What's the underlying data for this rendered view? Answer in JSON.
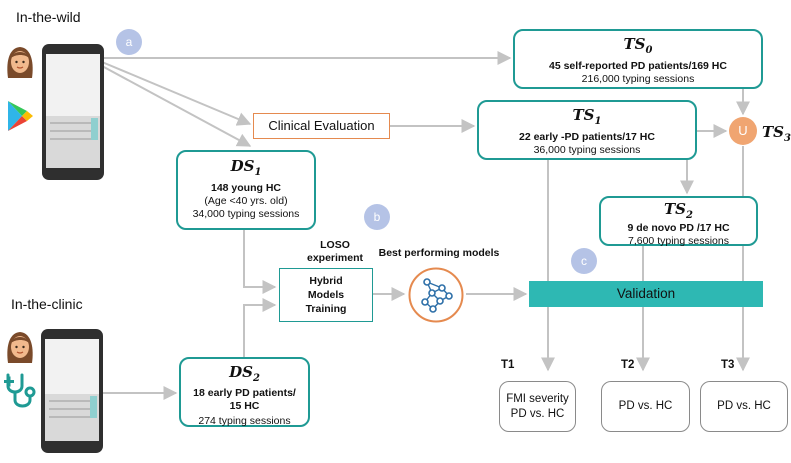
{
  "sources": {
    "wild_label": "In-the-wild",
    "clinic_label": "In-the-clinic"
  },
  "badges": {
    "a": "a",
    "b": "b",
    "c": "c",
    "u": "U"
  },
  "ts0": {
    "name": "TS",
    "sub": "0",
    "line1": "45 self-reported PD patients/169 HC",
    "line2": "216,000 typing sessions"
  },
  "ts1": {
    "name": "TS",
    "sub": "1",
    "line1": "22 early -PD patients/17 HC",
    "line2": "36,000 typing sessions"
  },
  "ts2": {
    "name": "TS",
    "sub": "2",
    "line1": "9 de novo PD /17 HC",
    "line2": "7,600 typing sessions"
  },
  "ts3": {
    "name": "TS",
    "sub": "3"
  },
  "ds1": {
    "name": "DS",
    "sub": "1",
    "line1": "148 young HC",
    "line2": "(Age <40 yrs. old)",
    "line3": "34,000 typing sessions"
  },
  "ds2": {
    "name": "DS",
    "sub": "2",
    "line1": "18 early PD patients/",
    "line2": "15 HC",
    "line3": "274 typing sessions"
  },
  "clinical": "Clinical Evaluation",
  "loso": {
    "line1": "LOSO",
    "line2": "experiment"
  },
  "training": {
    "line1": "Hybrid",
    "line2": "Models",
    "line3": "Training"
  },
  "best_models": "Best performing models",
  "validation": "Validation",
  "tasks": [
    {
      "label": "T1",
      "line1": "FMI severity",
      "line2": "PD vs. HC"
    },
    {
      "label": "T2",
      "line1": "PD vs. HC",
      "line2": ""
    },
    {
      "label": "T3",
      "line1": "PD vs. HC",
      "line2": ""
    }
  ],
  "colors": {
    "teal": "#1f9a94",
    "validation_fill": "#2eb8b3",
    "orange": "#e58a4f",
    "badge_blue": "#b5c3e6",
    "badge_orange": "#f0a571",
    "arrow": "#c3c3c3"
  },
  "icons": [
    "woman-avatar-icon",
    "play-store-icon",
    "smartphone-icon",
    "stethoscope-icon",
    "neural-network-icon"
  ]
}
